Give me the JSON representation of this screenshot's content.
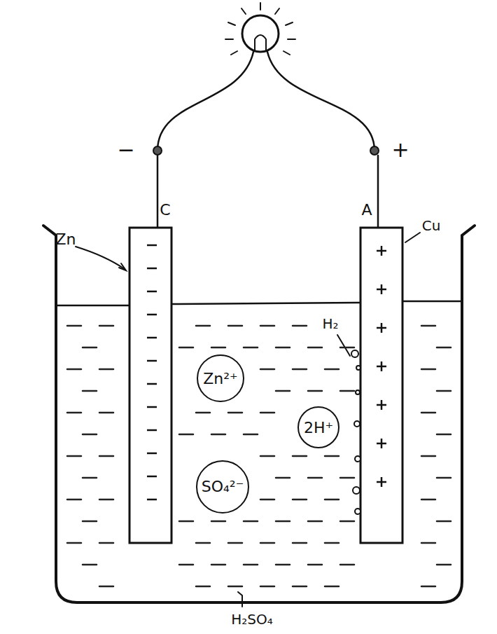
{
  "diagram": {
    "nodes": [
      {
        "text": [
          "Zn²⁺"
        ]
      },
      {
        "text": [
          "2H⁺"
        ]
      },
      {
        "text": [
          "SO₄²⁻"
        ]
      }
    ],
    "labels": [
      "−",
      "+",
      "C",
      "A",
      "Zn",
      "Cu",
      "H₂",
      "H₂SO₄"
    ]
  }
}
